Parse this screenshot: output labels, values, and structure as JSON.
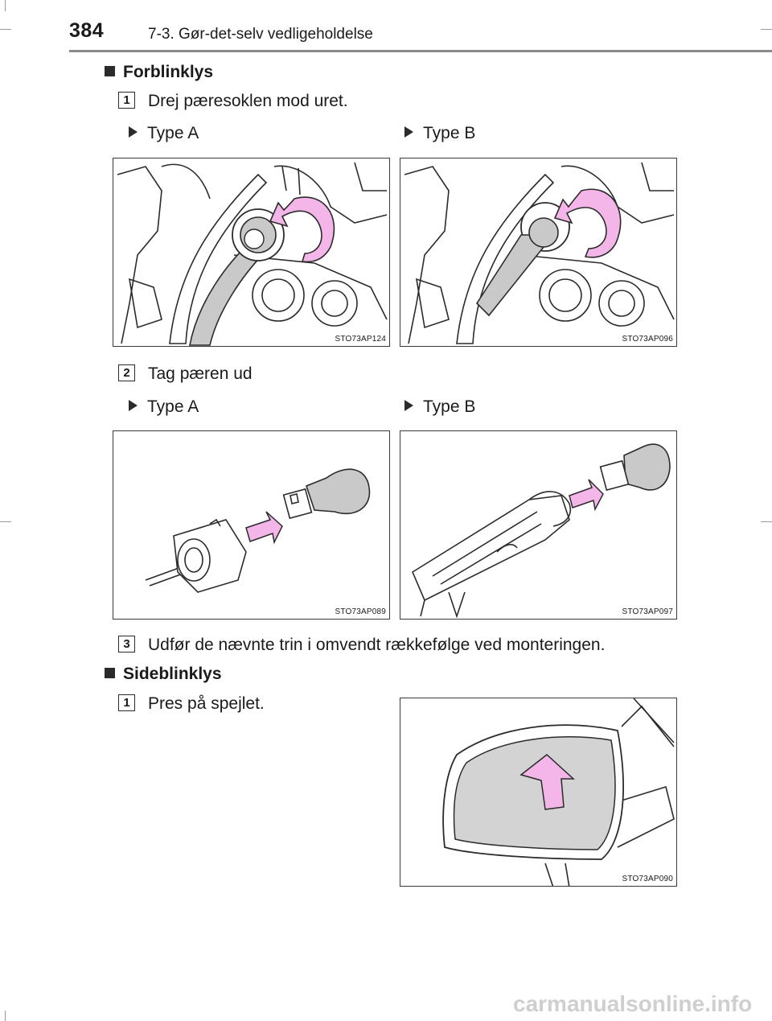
{
  "header": {
    "page_number": "384",
    "chapter": "7-3. Gør-det-selv vedligeholdelse"
  },
  "sections": [
    {
      "title": "Forblinklys"
    },
    {
      "title": "Sideblinklys"
    }
  ],
  "steps": [
    {
      "number": "1",
      "text": "Drej pæresoklen mod uret."
    },
    {
      "number": "2",
      "text": "Tag pæren ud"
    },
    {
      "number": "3",
      "text": "Udfør de nævnte trin i omvendt rækkefølge ved monteringen."
    },
    {
      "number": "1",
      "text": "Pres på spejlet."
    }
  ],
  "type_labels": {
    "a": "Type A",
    "b": "Type B"
  },
  "figures": {
    "fig1": "STO73AP124",
    "fig2": "STO73AP096",
    "fig3": "STO73AP089",
    "fig4": "STO73AP097",
    "fig5": "STO73AP090"
  },
  "colors": {
    "arrow_fill": "#f4b6e8",
    "shade": "#c9c9c9",
    "line": "#2b2b2b"
  },
  "watermark": "carmanualsonline.info"
}
